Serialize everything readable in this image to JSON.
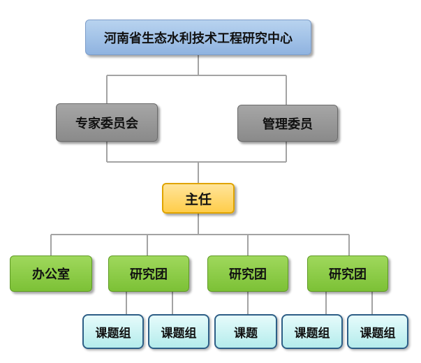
{
  "center": {
    "label": "河南省生态水利技术工程研究中心"
  },
  "expert_committee": {
    "label": "专家委员会"
  },
  "management": {
    "label": "管理委员"
  },
  "director": {
    "label": "主任"
  },
  "office": {
    "label": "办公室"
  },
  "research_teams": [
    {
      "label": "研究团"
    },
    {
      "label": "研究团"
    },
    {
      "label": "研究团"
    }
  ],
  "project_groups": [
    {
      "label": "课题组"
    },
    {
      "label": "课题组"
    },
    {
      "label": "课题"
    },
    {
      "label": "课题组"
    },
    {
      "label": "课题组"
    }
  ],
  "colors": {
    "top": "#8fb3e0",
    "committee": "#8a8a8a",
    "director": "#ffcd4a",
    "unit": "#7cc136",
    "group": "#b4ecec",
    "group_border": "#2d5e86",
    "connector": "#a0a0a0"
  }
}
